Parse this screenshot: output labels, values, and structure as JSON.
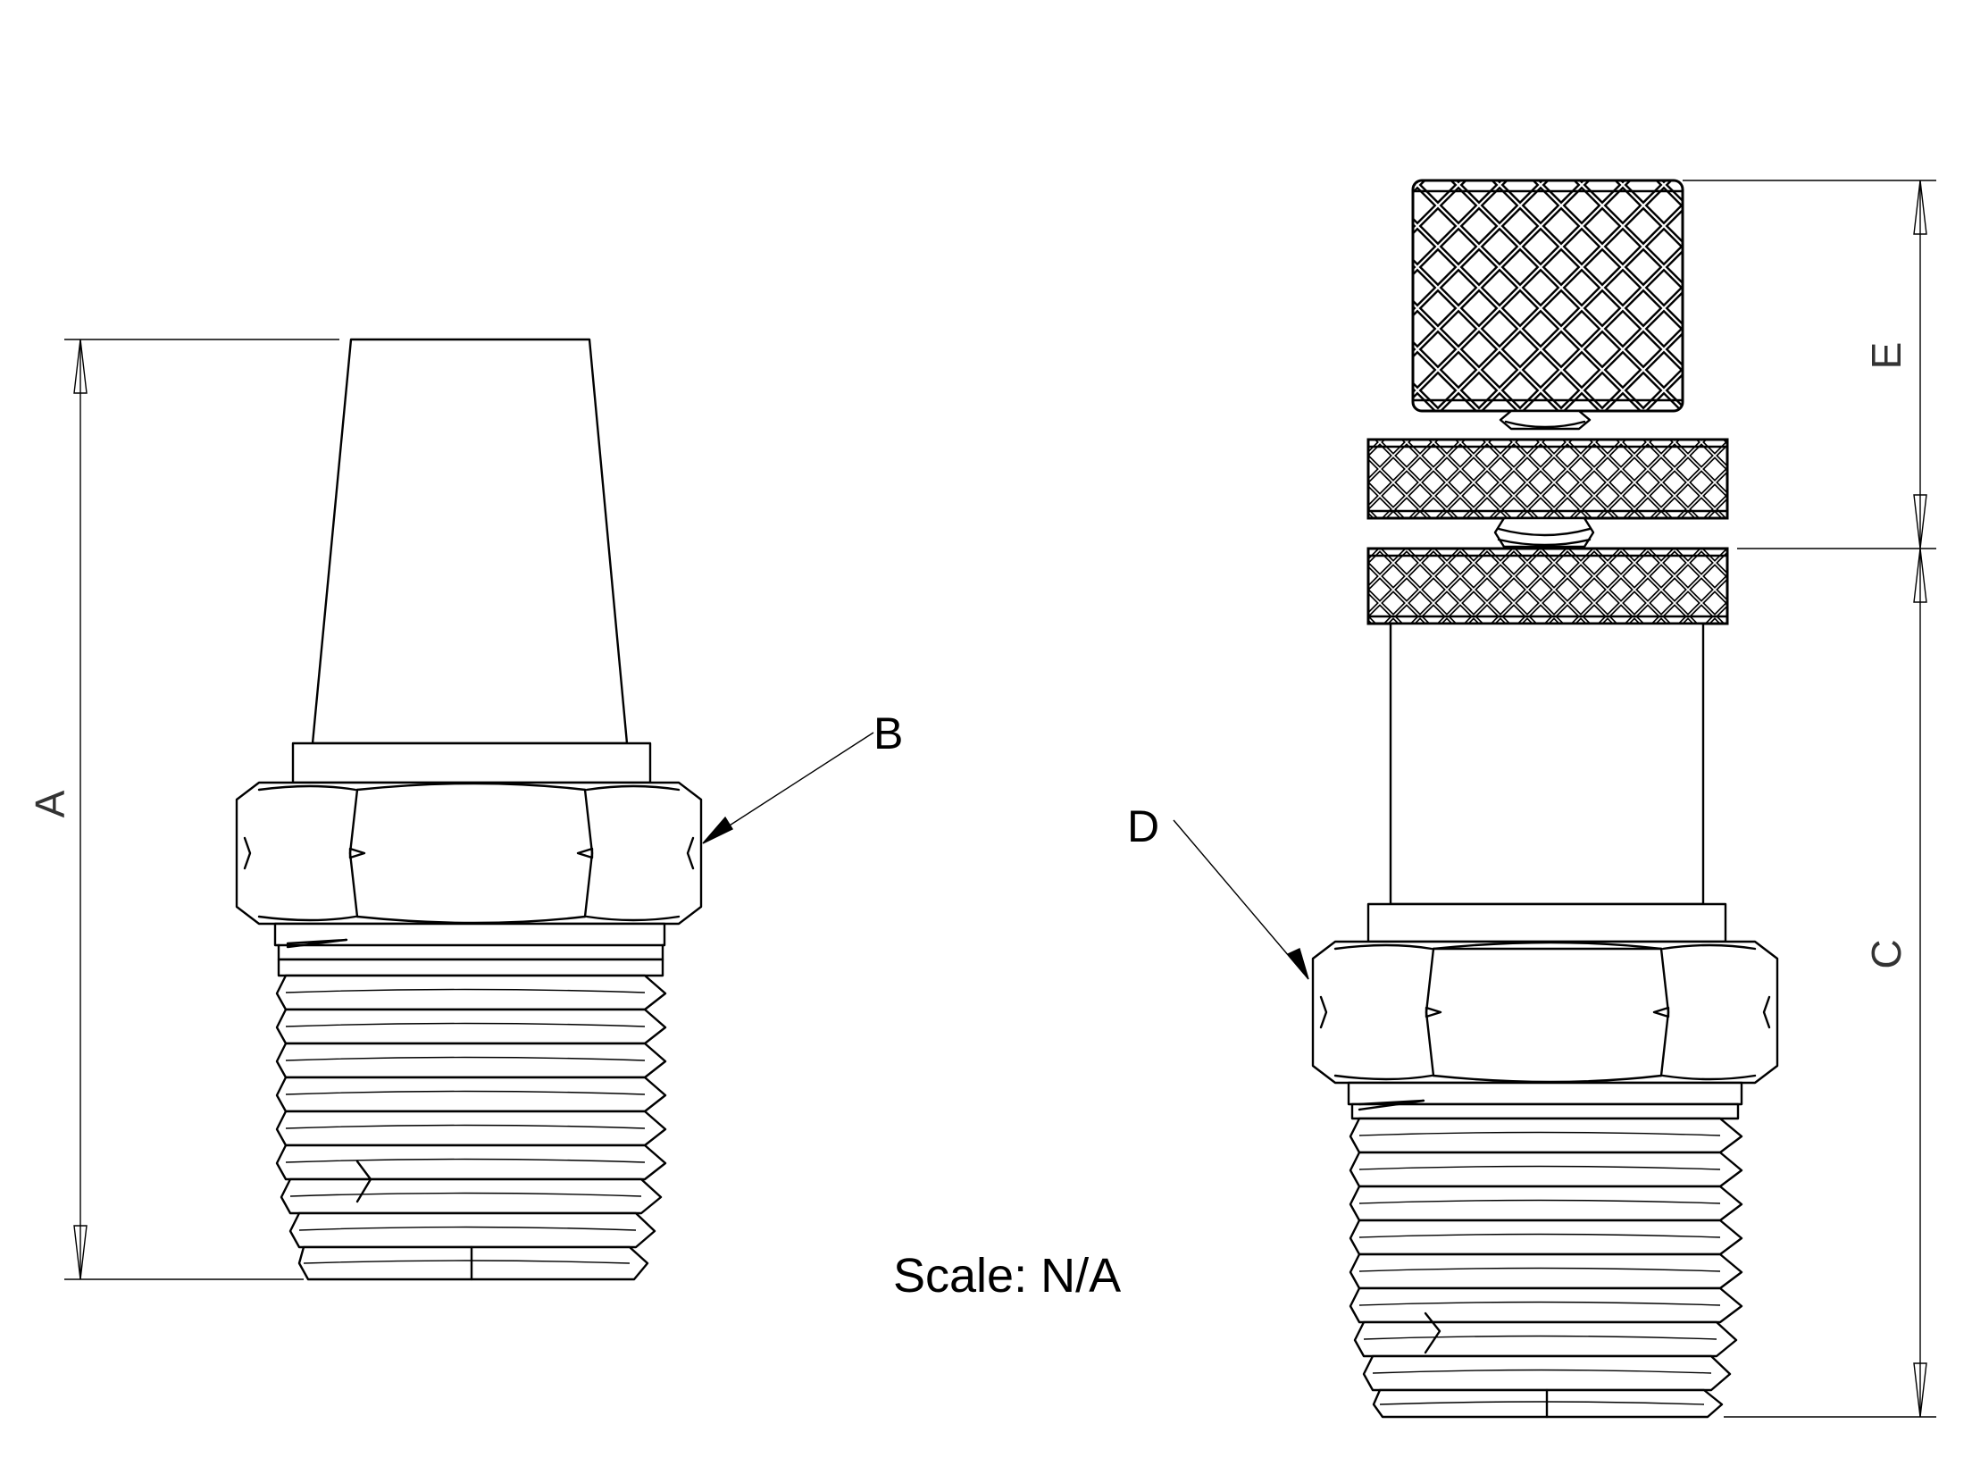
{
  "labels": {
    "dim_a": "A",
    "callout_b": "B",
    "dim_c": "C",
    "callout_d": "D",
    "dim_e": "E"
  },
  "scale_text": "Scale: N/A",
  "views": {
    "left": "Silencer - tapered sintered element, hex body, threaded tail",
    "right": "Adjustable silencer - knurled knob, knurled lock nuts, hex body, threaded tail"
  },
  "colors": {
    "line": "#000000",
    "background": "#ffffff"
  }
}
